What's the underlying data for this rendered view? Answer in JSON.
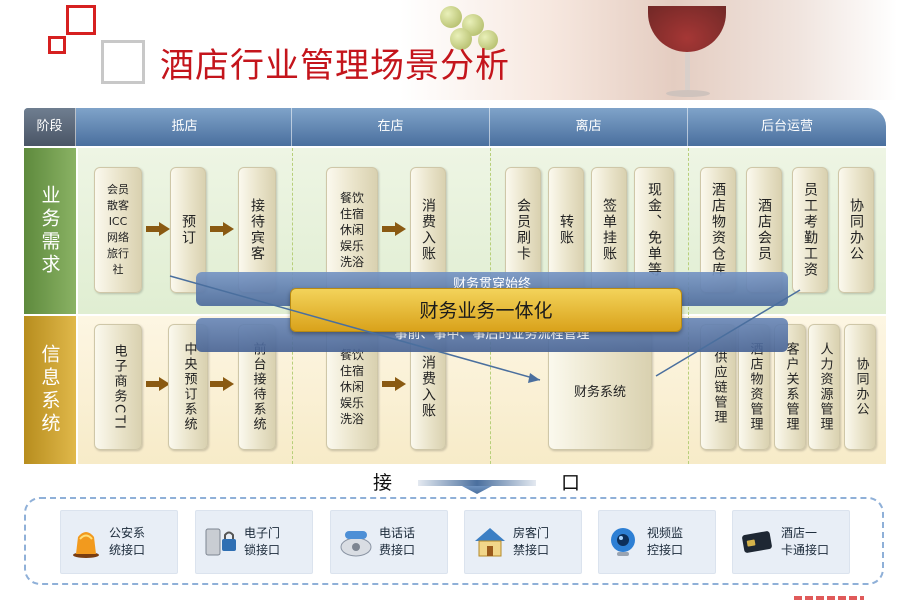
{
  "title": "酒店行业管理场景分析",
  "header": {
    "stage": "阶段",
    "columns": [
      "抵店",
      "在店",
      "离店",
      "后台运营"
    ]
  },
  "rows": {
    "business": "业务需求",
    "info": "信息系统"
  },
  "business_boxes": [
    "会员\n散客\nICC\n网络\n旅行\n社",
    "预订",
    "接待宾客",
    "餐饮\n住宿\n休闲\n娱乐\n洗浴",
    "消费入账",
    "会员刷卡",
    "转账",
    "签单挂账",
    "现金、免单等",
    "酒店物资仓库",
    "酒店会员",
    "员工考勤工资",
    "协同办公"
  ],
  "info_boxes": [
    "电子商务CTI",
    "中央预订系统",
    "前台接待系统",
    "餐饮\n住宿\n休闲\n娱乐\n洗浴",
    "消费入账",
    "财务系统",
    "供应链管理",
    "酒店物资管理",
    "客户关系管理",
    "人力资源管理",
    "协同办公"
  ],
  "bands": {
    "top": "财务贯穿始终",
    "center": "财务业务一体化",
    "bottom": "事前、事中、事后的业务流程管理"
  },
  "interface": {
    "left_char": "接",
    "right_char": "口",
    "items": [
      {
        "label": "公安系\n统接口",
        "icon": "police-light-icon"
      },
      {
        "label": "电子门\n锁接口",
        "icon": "door-lock-icon"
      },
      {
        "label": "电话话\n费接口",
        "icon": "telephone-icon"
      },
      {
        "label": "房客门\n禁接口",
        "icon": "house-icon"
      },
      {
        "label": "视频监\n控接口",
        "icon": "camera-icon"
      },
      {
        "label": "酒店一\n卡通接口",
        "icon": "card-icon"
      }
    ]
  },
  "colors": {
    "title_red": "#c4151c",
    "header_blue": "#4a6f9e",
    "business_green": "#5e8a3d",
    "info_gold": "#d9a21b"
  }
}
